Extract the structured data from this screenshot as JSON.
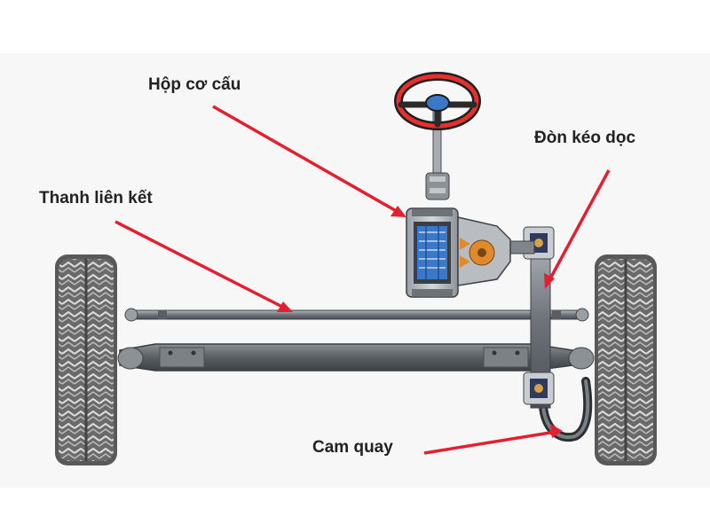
{
  "labels": {
    "steering_gear_box": "Hộp cơ cấu",
    "tie_rod": "Thanh liên kết",
    "drag_link": "Đòn kéo dọc",
    "steering_arm": "Cam quay"
  },
  "colors": {
    "arrow": "#e2202f",
    "steering_wheel_rim": "#e53030",
    "tire": "#6e6e6e",
    "axle": "#6b6f74",
    "gear_blue": "#3b78c8",
    "gear_orange": "#e08a2e"
  }
}
